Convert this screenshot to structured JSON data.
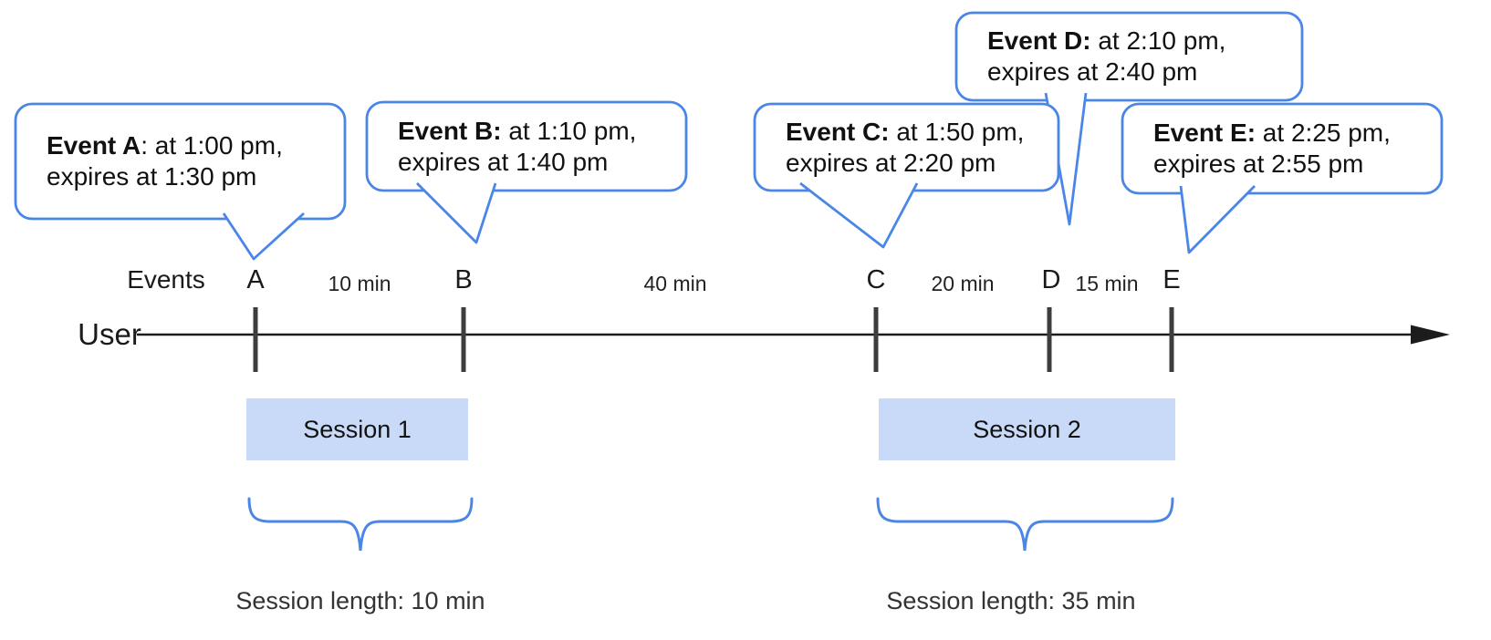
{
  "colors": {
    "accent_blue": "#4a86e8",
    "session_fill": "#c9daf8",
    "tick_gray": "#3d3d3d",
    "axis_black": "#1c1c1c"
  },
  "bubbles": [
    {
      "event": "A",
      "bold": "Event A",
      "rest": ": at 1:00 pm,",
      "line2": "expires at 1:30 pm"
    },
    {
      "event": "B",
      "bold": "Event B:",
      "rest": " at 1:10 pm,",
      "line2": "expires at 1:40 pm"
    },
    {
      "event": "C",
      "bold": "Event C:",
      "rest": " at 1:50 pm,",
      "line2": "expires at 2:20 pm"
    },
    {
      "event": "D",
      "bold": "Event D:",
      "rest": " at 2:10 pm,",
      "line2": "expires at 2:40 pm"
    },
    {
      "event": "E",
      "bold": "Event E:",
      "rest": " at 2:25 pm,",
      "line2": "expires at 2:55 pm"
    }
  ],
  "timeline": {
    "axis_label": "Events",
    "user_label": "User",
    "markers": [
      "A",
      "B",
      "C",
      "D",
      "E"
    ],
    "intervals": [
      "10 min",
      "40 min",
      "20 min",
      "15 min"
    ]
  },
  "sessions": [
    {
      "label": "Session 1",
      "length_label": "Session length: 10 min"
    },
    {
      "label": "Session 2",
      "length_label": "Session length: 35 min"
    }
  ]
}
